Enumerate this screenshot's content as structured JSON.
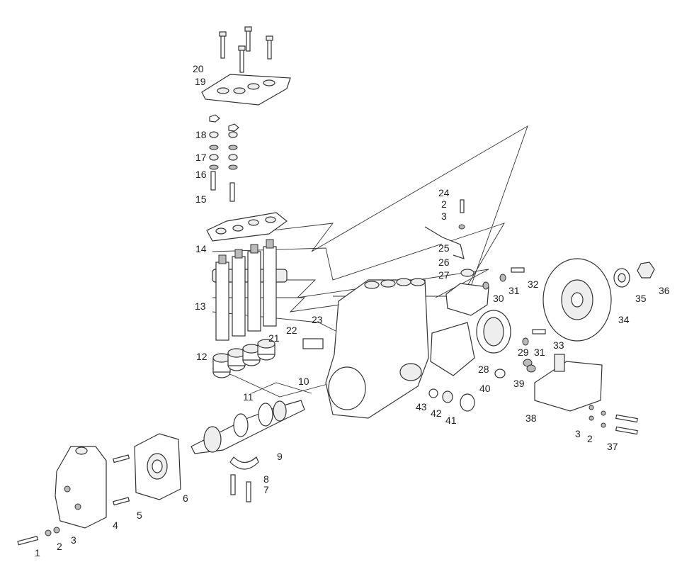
{
  "diagram": {
    "type": "exploded-parts-view",
    "labels": [
      "20",
      "19",
      "18",
      "17",
      "16",
      "15",
      "14",
      "13",
      "12",
      "11",
      "10",
      "21",
      "22",
      "23",
      "24",
      "2",
      "3",
      "25",
      "26",
      "27",
      "30",
      "31",
      "32",
      "34",
      "35",
      "36",
      "29",
      "31",
      "33",
      "28",
      "40",
      "39",
      "43",
      "42",
      "41",
      "38",
      "3",
      "2",
      "37",
      "9",
      "8",
      "7",
      "6",
      "5",
      "4",
      "3",
      "2",
      "1"
    ]
  }
}
